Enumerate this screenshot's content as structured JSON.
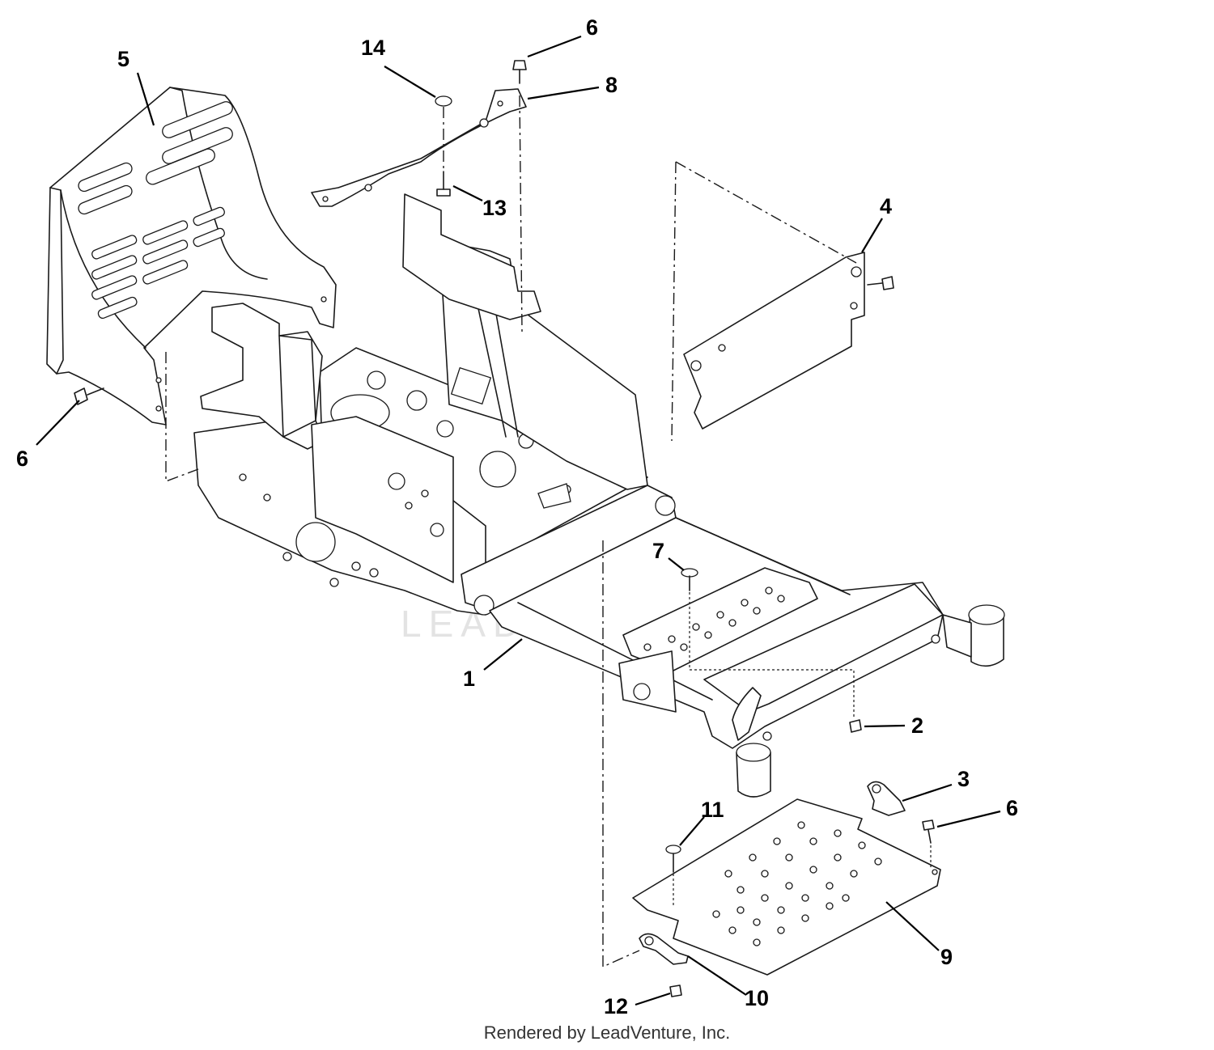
{
  "callouts": {
    "c1": "1",
    "c2": "2",
    "c3": "3",
    "c4": "4",
    "c5": "5",
    "c6a": "6",
    "c6b": "6",
    "c6c": "6",
    "c7": "7",
    "c8": "8",
    "c9": "9",
    "c10": "10",
    "c11": "11",
    "c12": "12",
    "c13": "13",
    "c14": "14"
  },
  "watermark": "LEADVENTURE",
  "footer": "Rendered by LeadVenture, Inc.",
  "colors": {
    "line": "#1a1a1a",
    "background": "#ffffff",
    "watermark": "#e3e3e3"
  }
}
